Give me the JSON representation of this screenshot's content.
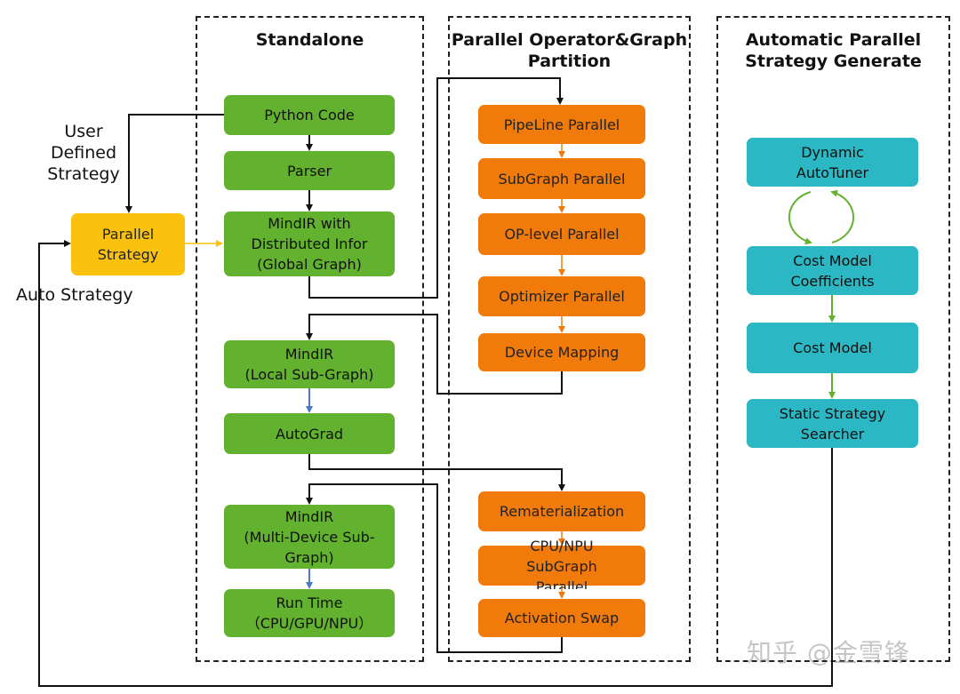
{
  "panels": {
    "standalone": "Standalone",
    "partition_line1": "Parallel Operator&Graph",
    "partition_line2": "Partition",
    "auto_line1": "Automatic Parallel",
    "auto_line2": "Strategy Generate"
  },
  "side": {
    "user_line1": "User",
    "user_line2": "Defined",
    "user_line3": "Strategy",
    "auto_strategy": "Auto Strategy",
    "parallel_strategy_line1": "Parallel",
    "parallel_strategy_line2": "Strategy"
  },
  "standalone": {
    "python_code": "Python Code",
    "parser": "Parser",
    "mindir_global_line1": "MindIR with",
    "mindir_global_line2": "Distributed Infor",
    "mindir_global_line3": "(Global Graph)",
    "mindir_local_line1": "MindIR",
    "mindir_local_line2": "(Local Sub-Graph)",
    "autograd": "AutoGrad",
    "mindir_multi_line1": "MindIR",
    "mindir_multi_line2": "(Multi-Device Sub-",
    "mindir_multi_line3": "Graph)",
    "runtime_line1": "Run Time",
    "runtime_line2": "（CPU/GPU/NPU）"
  },
  "partition": {
    "pipeline": "PipeLine Parallel",
    "subgraph": "SubGraph Parallel",
    "op_level": "OP-level Parallel",
    "optimizer": "Optimizer Parallel",
    "device_mapping": "Device Mapping",
    "remat": "Rematerialization",
    "cpunpu_line1": "CPU/NPU",
    "cpunpu_line2": "SubGraph",
    "cpunpu_line3": "Parallel",
    "activation_swap": "Activation Swap"
  },
  "auto": {
    "dynamic_line1": "Dynamic",
    "dynamic_line2": "AutoTuner",
    "coeff_line1": "Cost Model",
    "coeff_line2": "Coefficients",
    "cost_model": "Cost Model",
    "static_line1": "Static Strategy",
    "static_line2": "Searcher"
  },
  "watermark": "知乎 @金雪锋",
  "colors": {
    "green": "#62b22f",
    "orange": "#f07a0a",
    "yellow": "#fbc20d",
    "teal": "#2bb7c4",
    "arrow_blue": "#4a78c2",
    "arrow_green": "#62b22f",
    "arrow_orange": "#f07a0a",
    "arrow_yellow": "#fbc20d"
  }
}
